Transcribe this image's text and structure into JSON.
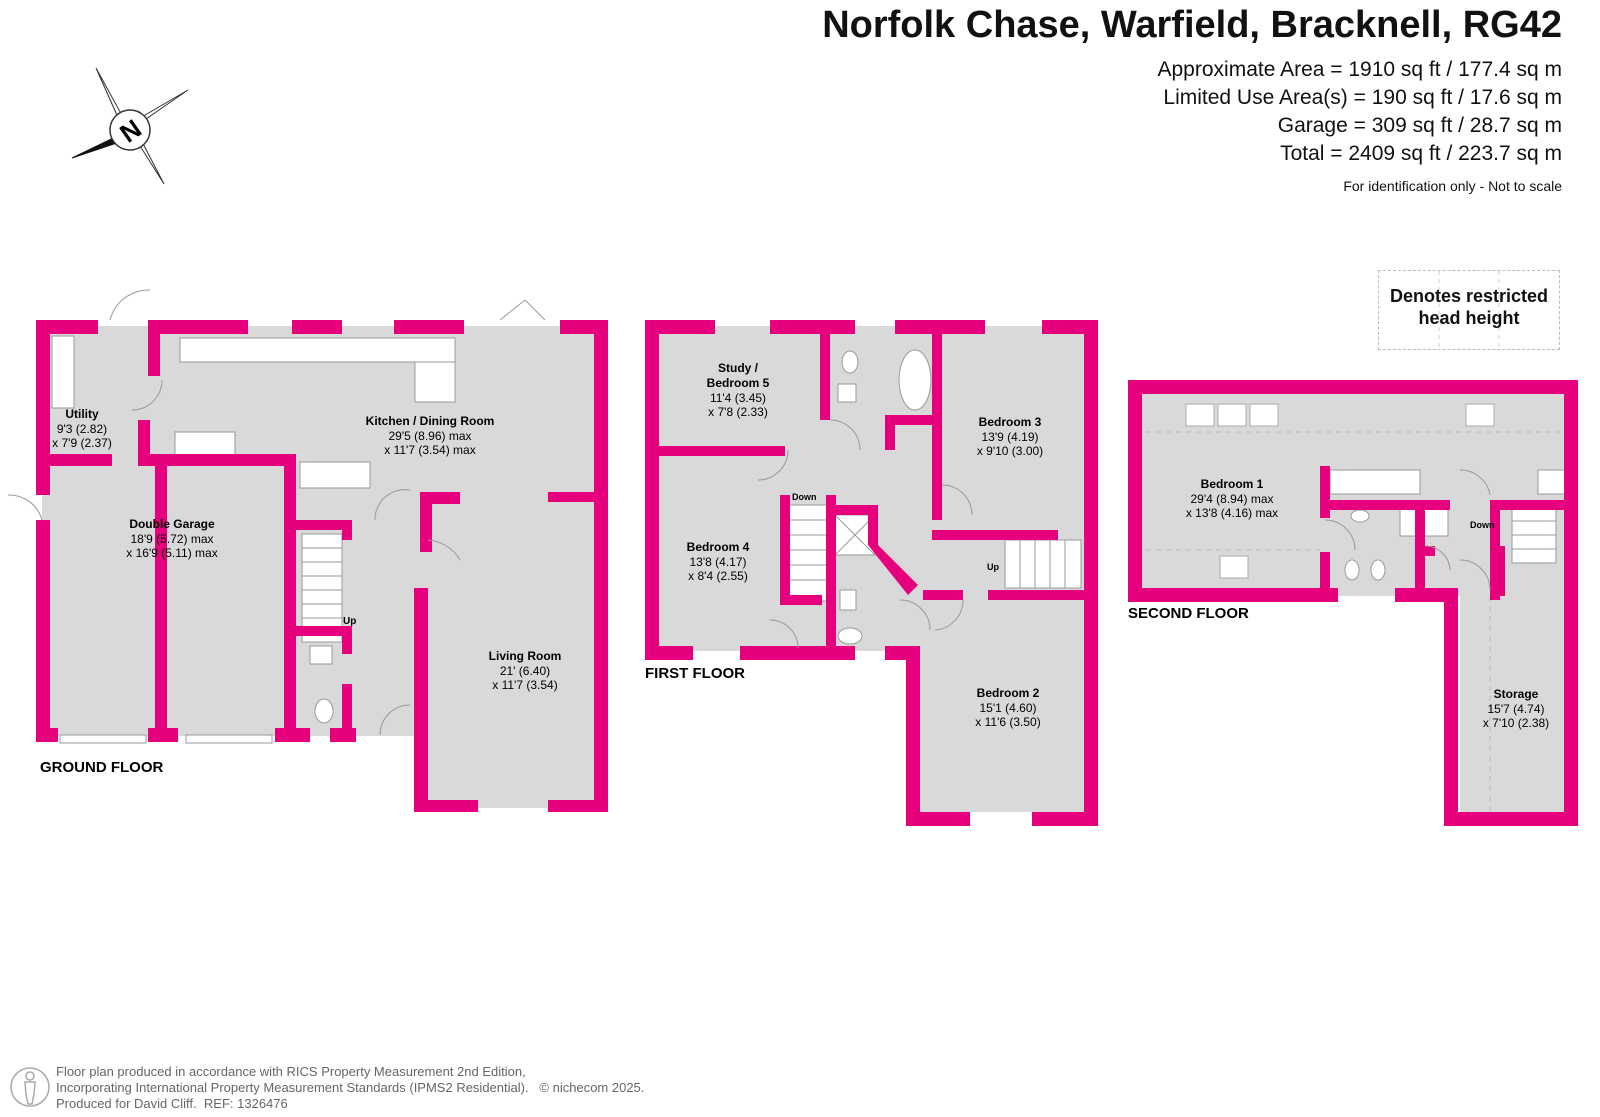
{
  "header": {
    "title": "Norfolk Chase, Warfield, Bracknell, RG42",
    "approx_area": "Approximate Area = 1910 sq ft / 177.4 sq m",
    "limited_use": "Limited Use Area(s) = 190 sq ft / 17.6 sq m",
    "garage": "Garage = 309 sq ft / 28.7 sq m",
    "total": "Total = 2409 sq ft / 223.7 sq m",
    "note": "For identification only - Not to scale"
  },
  "compass": {
    "label": "N",
    "icon": "north-arrow-icon"
  },
  "legend": {
    "line1": "Denotes restricted",
    "line2": "head height"
  },
  "colors": {
    "wall": "#e6007e",
    "floor": "#d9d9d9",
    "fixture": "#999999"
  },
  "floors": {
    "ground": {
      "label": "GROUND FLOOR",
      "rooms": {
        "utility": {
          "name": "Utility",
          "dim1": "9'3 (2.82)",
          "dim2": "x 7'9 (2.37)"
        },
        "garage": {
          "name": "Double Garage",
          "dim1": "18'9 (5.72) max",
          "dim2": "x 16'9 (5.11) max"
        },
        "kitchen": {
          "name": "Kitchen / Dining Room",
          "dim1": "29'5 (8.96) max",
          "dim2": "x 11'7 (3.54) max"
        },
        "living": {
          "name": "Living Room",
          "dim1": "21' (6.40)",
          "dim2": "x 11'7 (3.54)"
        }
      },
      "stairs_label": "Up"
    },
    "first": {
      "label": "FIRST FLOOR",
      "rooms": {
        "study": {
          "name1": "Study /",
          "name2": "Bedroom 5",
          "dim1": "11'4 (3.45)",
          "dim2": "x 7'8 (2.33)"
        },
        "bed3": {
          "name": "Bedroom 3",
          "dim1": "13'9 (4.19)",
          "dim2": "x 9'10 (3.00)"
        },
        "bed4": {
          "name": "Bedroom 4",
          "dim1": "13'8 (4.17)",
          "dim2": "x 8'4 (2.55)"
        },
        "bed2": {
          "name": "Bedroom 2",
          "dim1": "15'1 (4.60)",
          "dim2": "x 11'6 (3.50)"
        }
      },
      "down_label": "Down",
      "up_label": "Up"
    },
    "second": {
      "label": "SECOND FLOOR",
      "rooms": {
        "bed1": {
          "name": "Bedroom 1",
          "dim1": "29'4 (8.94) max",
          "dim2": "x 13'8 (4.16) max"
        },
        "storage": {
          "name": "Storage",
          "dim1": "15'7 (4.74)",
          "dim2": "x 7'10 (2.38)"
        }
      },
      "down_label": "Down"
    }
  },
  "footer": {
    "line1": "Floor plan produced in accordance with RICS Property Measurement 2nd Edition,",
    "line2": "Incorporating International Property Measurement Standards (IPMS2 Residential).",
    "copyright": "© nichecom 2025.",
    "line3": "Produced for David Cliff.",
    "ref": "REF:  1326476"
  }
}
